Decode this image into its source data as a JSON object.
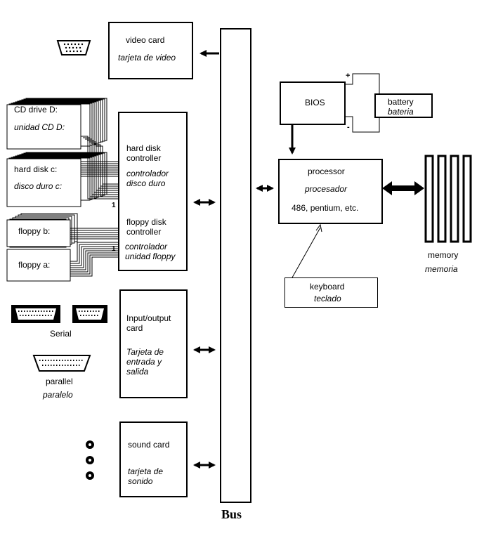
{
  "bus": {
    "label": "Bus"
  },
  "video_card": {
    "line1": "video card",
    "line2": "tarjeta de video"
  },
  "hdd_controller": {
    "line1": "hard disk",
    "line2": "controller",
    "line3": "controlador",
    "line4": "disco duro"
  },
  "fdd_controller": {
    "line1": "floppy disk",
    "line2": "controller",
    "line3": "controlador",
    "line4": "unidad floppy"
  },
  "io_card": {
    "line1": "Input/output",
    "line2": "card",
    "line3": "Tarjeta de",
    "line4": "entrada y",
    "line5": "salida"
  },
  "sound_card": {
    "line1": "sound card",
    "line2": "tarjeta de",
    "line3": "sonido"
  },
  "cd_drive": {
    "line1": "CD drive D:",
    "line2": "unidad CD D:"
  },
  "hard_disk": {
    "line1": "hard disk c:",
    "line2": "disco duro c:"
  },
  "floppy_b": {
    "label": "floppy b:"
  },
  "floppy_a": {
    "label": "floppy a:"
  },
  "cable_numbers": {
    "hdd": "1",
    "fdd": "1"
  },
  "serial": {
    "label": "Serial"
  },
  "parallel": {
    "line1": "parallel",
    "line2": "paralelo"
  },
  "bios": {
    "label": "BIOS"
  },
  "battery": {
    "line1": "battery",
    "line2": "bateria",
    "plus": "+",
    "minus": "-"
  },
  "processor": {
    "line1": "processor",
    "line2": "procesador",
    "line3": "486, pentium, etc."
  },
  "memory": {
    "line1": "memory",
    "line2": "memoria"
  },
  "keyboard": {
    "line1": "keyboard",
    "line2": "teclado"
  }
}
